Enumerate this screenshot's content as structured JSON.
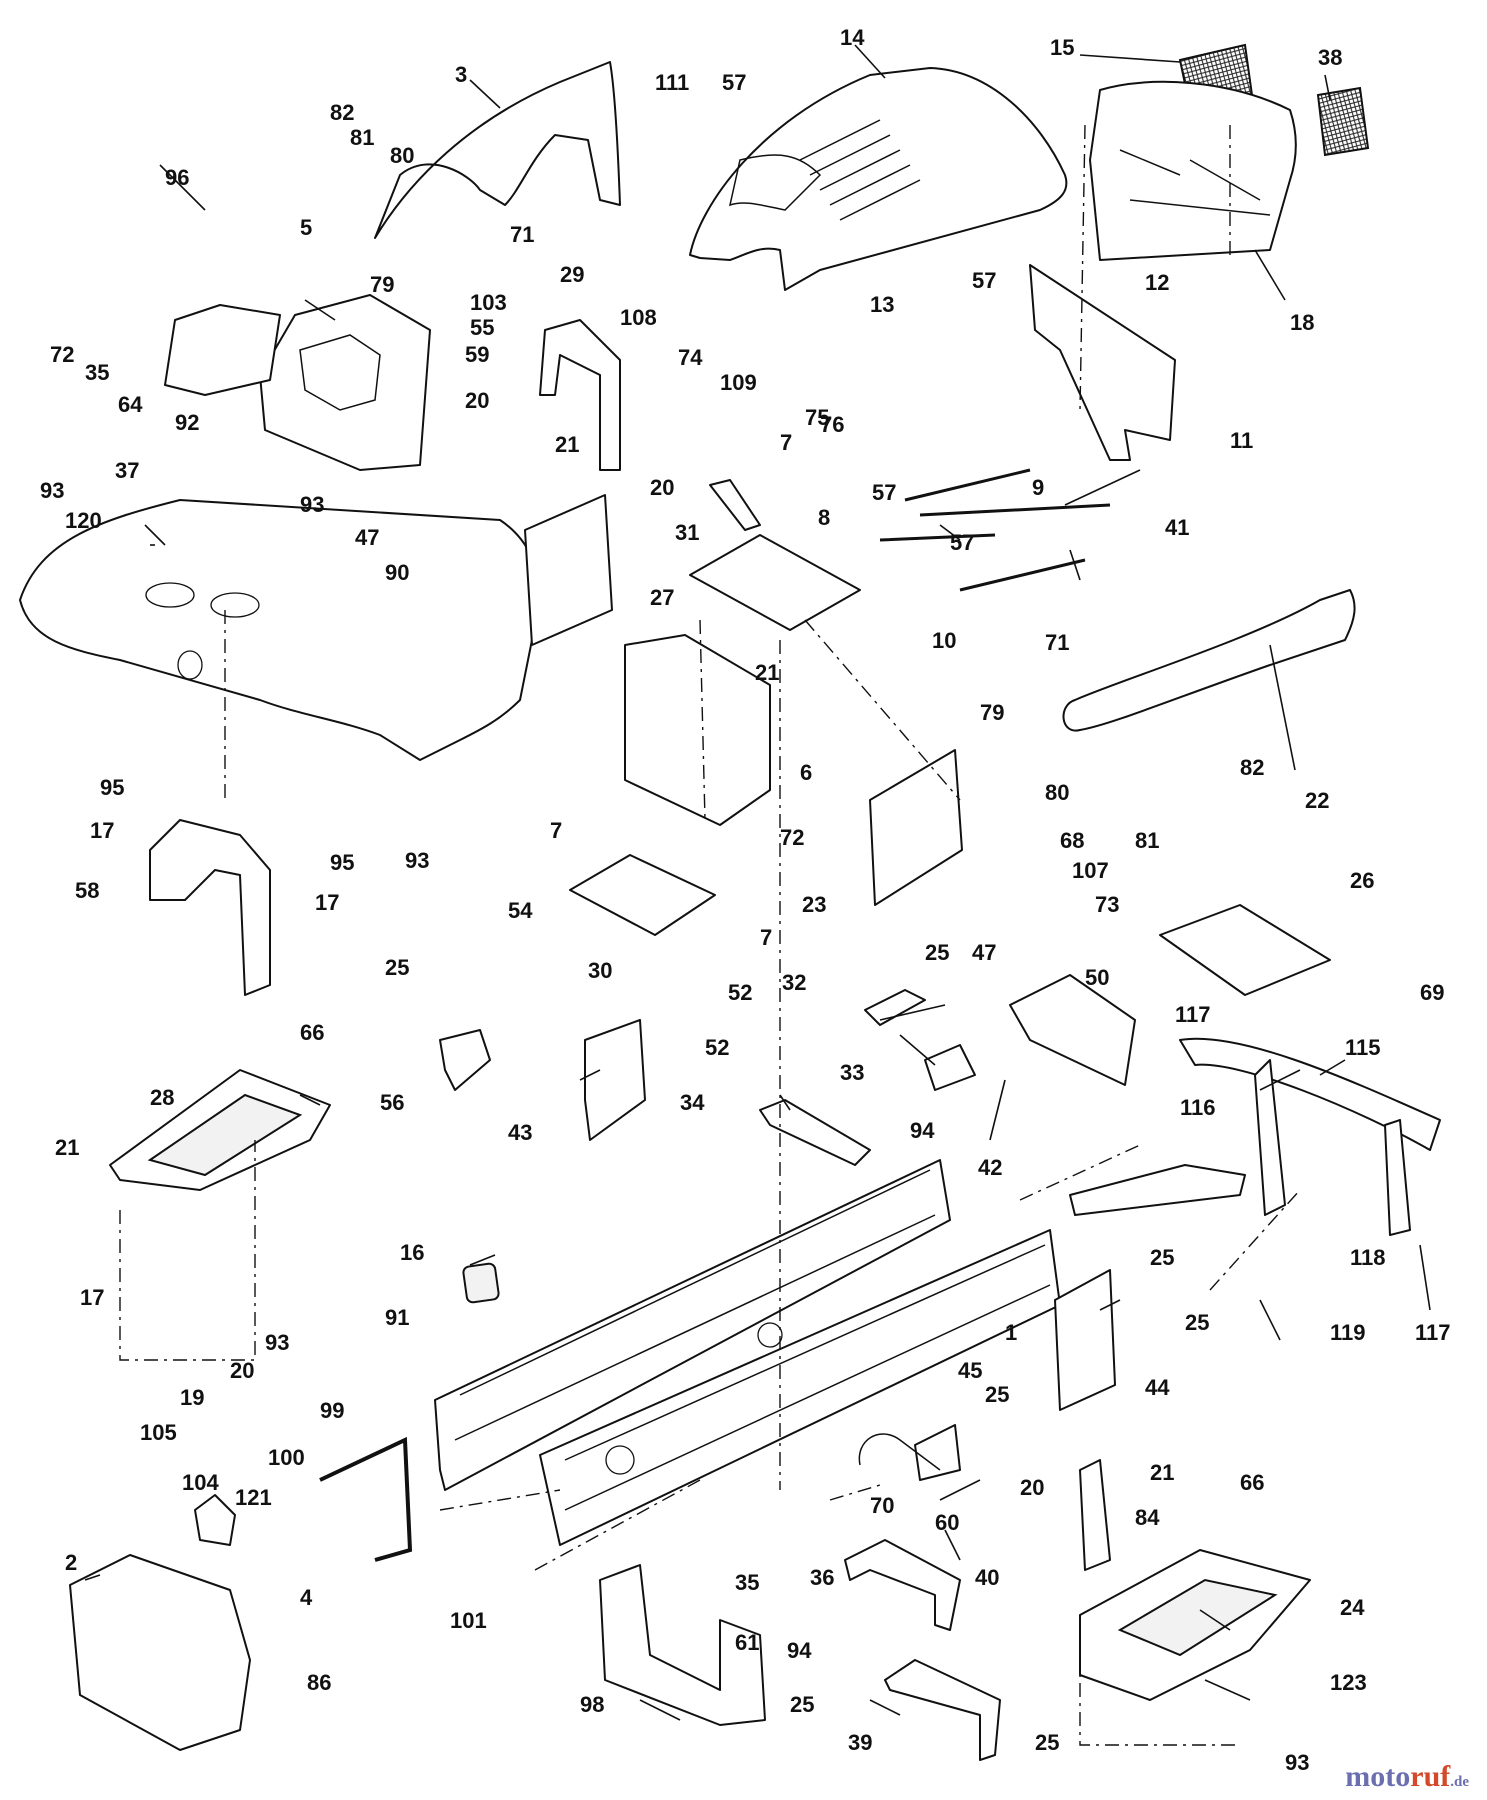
{
  "callouts": [
    "1",
    "2",
    "3",
    "4",
    "5",
    "6",
    "7",
    "8",
    "9",
    "10",
    "11",
    "12",
    "13",
    "14",
    "15",
    "16",
    "17",
    "18",
    "19",
    "20",
    "21",
    "22",
    "23",
    "24",
    "25",
    "26",
    "27",
    "28",
    "29",
    "30",
    "31",
    "32",
    "33",
    "34",
    "35",
    "36",
    "37",
    "38",
    "39",
    "40",
    "41",
    "42",
    "43",
    "44",
    "45",
    "47",
    "50",
    "52",
    "54",
    "55",
    "56",
    "57",
    "58",
    "59",
    "60",
    "61",
    "64",
    "66",
    "68",
    "69",
    "70",
    "71",
    "72",
    "73",
    "74",
    "75",
    "76",
    "79",
    "80",
    "81",
    "82",
    "84",
    "86",
    "90",
    "91",
    "92",
    "93",
    "94",
    "95",
    "96",
    "98",
    "99",
    "100",
    "101",
    "103",
    "104",
    "105",
    "107",
    "108",
    "109",
    "111",
    "115",
    "116",
    "117",
    "118",
    "119",
    "120",
    "121",
    "123"
  ],
  "watermark": {
    "part1": "moto",
    "part2": "ruf",
    "part3": ".de"
  }
}
